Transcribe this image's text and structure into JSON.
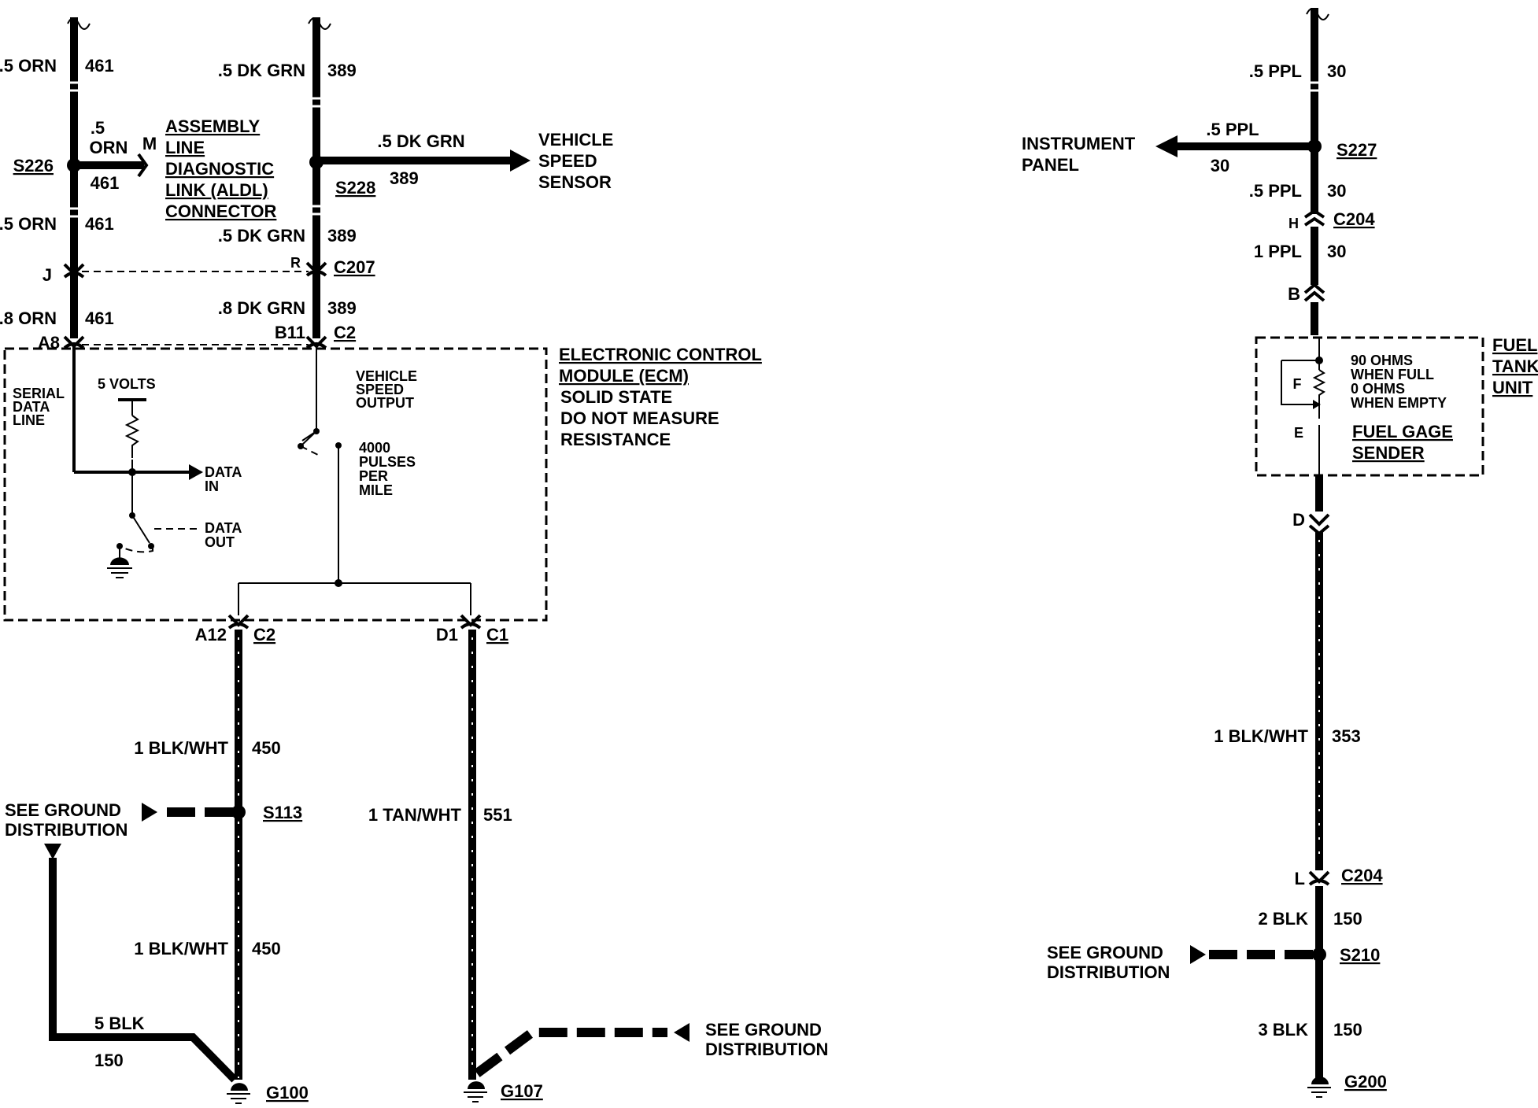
{
  "left": {
    "orn_wire": {
      "top_color": ".5 ORN",
      "top_circuit": "461",
      "mid_color": ".5 ORN",
      "mid_circuit": "461",
      "bottom_color": ".8 ORN",
      "bottom_circuit": "461",
      "splice": "S226",
      "pin_upper": "J",
      "pin_lower": "A8"
    },
    "aldl_branch": {
      "gauge": ".5",
      "color": "ORN",
      "circuit": "461",
      "pin": "M",
      "label_lines": [
        "ASSEMBLY",
        "LINE",
        "DIAGNOSTIC",
        "LINK (ALDL)",
        "CONNECTOR"
      ]
    },
    "dkgrn_wire": {
      "top_color": ".5 DK GRN",
      "top_circuit": "389",
      "mid_color": ".5 DK GRN",
      "mid_circuit": "389",
      "bottom_color": ".8 DK GRN",
      "bottom_circuit": "389",
      "splice": "S228",
      "pin_upper": "R",
      "connector_upper": "C207",
      "pin_lower": "B11",
      "connector_lower": "C2"
    },
    "vss_branch": {
      "color": ".5 DK GRN",
      "circuit": "389",
      "label_lines": [
        "VEHICLE",
        "SPEED",
        "SENSOR"
      ]
    },
    "ecm": {
      "title_lines": [
        "ELECTRONIC CONTROL",
        "MODULE (ECM)"
      ],
      "note_lines": [
        "SOLID STATE",
        "DO NOT MEASURE",
        "RESISTANCE"
      ],
      "serial_lines": [
        "SERIAL",
        "DATA",
        "LINE"
      ],
      "volts": "5 VOLTS",
      "data_in_lines": [
        "DATA",
        "IN"
      ],
      "data_out_lines": [
        "DATA",
        "OUT"
      ],
      "vso_lines": [
        "VEHICLE",
        "SPEED",
        "OUTPUT"
      ],
      "pulses_lines": [
        "4000",
        "PULSES",
        "PER",
        "MILE"
      ]
    },
    "ground1": {
      "pin": "A12",
      "connector": "C2",
      "upper_color": "1 BLK/WHT",
      "upper_circuit": "450",
      "splice": "S113",
      "lower_color": "1 BLK/WHT",
      "lower_circuit": "450",
      "see_ground_lines": [
        "SEE GROUND",
        "DISTRIBUTION"
      ],
      "jumper_color": "5 BLK",
      "jumper_circuit": "150",
      "ground": "G100"
    },
    "ground2": {
      "pin": "D1",
      "connector": "C1",
      "color": "1 TAN/WHT",
      "circuit": "551",
      "see_ground_lines": [
        "SEE GROUND",
        "DISTRIBUTION"
      ],
      "ground": "G107"
    }
  },
  "right": {
    "top_color": ".5 PPL",
    "top_circuit": "30",
    "branch_color": ".5 PPL",
    "branch_circuit": "30",
    "instrument_lines": [
      "INSTRUMENT",
      "PANEL"
    ],
    "splice": "S227",
    "mid_color": ".5 PPL",
    "mid_circuit": "30",
    "pin_h": "H",
    "connector_top": "C204",
    "lower_color": "1 PPL",
    "lower_circuit": "30",
    "pin_b": "B",
    "sender": {
      "pin_f": "F",
      "pin_e": "E",
      "ohms_lines": [
        "90 OHMS",
        "WHEN FULL",
        "0 OHMS",
        "WHEN EMPTY"
      ],
      "name_lines": [
        "FUEL GAGE",
        "SENDER"
      ],
      "unit_lines": [
        "FUEL",
        "TANK",
        "UNIT"
      ]
    },
    "pin_d": "D",
    "ground_color": "1 BLK/WHT",
    "ground_circuit": "353",
    "pin_l": "L",
    "connector_bottom": "C204",
    "blk2_color": "2 BLK",
    "blk2_circuit": "150",
    "splice_bottom": "S210",
    "see_ground_lines": [
      "SEE GROUND",
      "DISTRIBUTION"
    ],
    "blk3_color": "3 BLK",
    "blk3_circuit": "150",
    "ground": "G200"
  }
}
